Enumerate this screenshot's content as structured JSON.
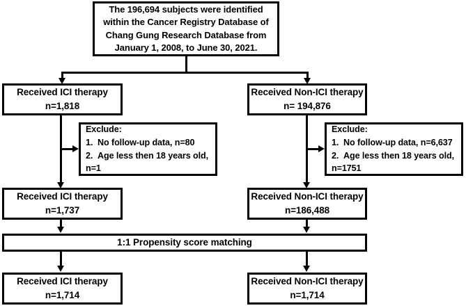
{
  "figure": {
    "type": "flowchart",
    "title": "Study cohort selection flow diagram",
    "nodes": {
      "source": {
        "line1": "The 196,694 subjects were identified",
        "line2": "within the Cancer Registry Database of",
        "line3": "Chang Gung Research Database from",
        "line4": "January 1, 2008, to June 30, 2021."
      },
      "ici_initial": {
        "label": "Received ICI therapy",
        "count": "n=1,818"
      },
      "nonici_initial": {
        "label": "Received Non-ICI therapy",
        "count": "n= 194,876"
      },
      "exclude_ici": {
        "heading": "Exclude:",
        "item1_num": "1.",
        "item1": "No follow-up data, n=80",
        "item2_num": "2.",
        "item2": "Age less then 18 years old,",
        "item2_cont": "n=1"
      },
      "exclude_nonici": {
        "heading": "Exclude:",
        "item1_num": "1.",
        "item1": "No follow-up data, n=6,637",
        "item2_num": "2.",
        "item2": "Age less then 18 years old,",
        "item2_cont": "n=1751"
      },
      "ici_after_exclusion": {
        "label": "Received ICI therapy",
        "count": "n=1,737"
      },
      "nonici_after_exclusion": {
        "label": "Received Non-ICI therapy",
        "count": "n=186,488"
      },
      "matching": {
        "label": "1:1 Propensity score matching"
      },
      "ici_matched": {
        "label": "Received ICI therapy",
        "count": "n=1,714"
      },
      "nonici_matched": {
        "label": "Received Non-ICI therapy",
        "count": "n=1,714"
      }
    },
    "colors": {
      "stroke": "#000000",
      "fill": "#ffffff",
      "text": "#000000"
    }
  }
}
